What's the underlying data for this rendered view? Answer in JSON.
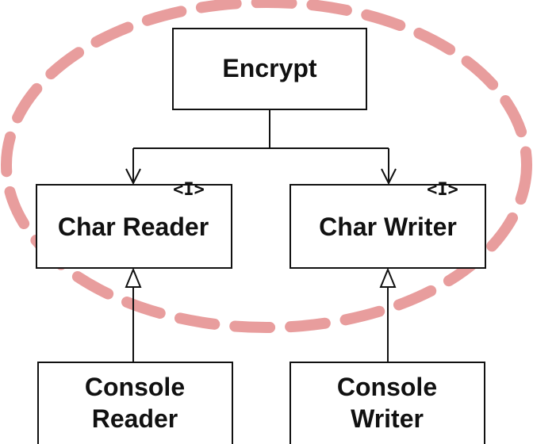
{
  "nodes": {
    "encrypt": {
      "label": "Encrypt"
    },
    "char_reader": {
      "label": "Char Reader",
      "stereotype": "<I>"
    },
    "char_writer": {
      "label": "Char Writer",
      "stereotype": "<I>"
    },
    "console_reader": {
      "label_lines": [
        "Console",
        "Reader"
      ]
    },
    "console_writer": {
      "label_lines": [
        "Console",
        "Writer"
      ]
    }
  },
  "colors": {
    "highlight_ellipse": "#e48c8c",
    "box_stroke": "#111111",
    "text": "#111111"
  }
}
